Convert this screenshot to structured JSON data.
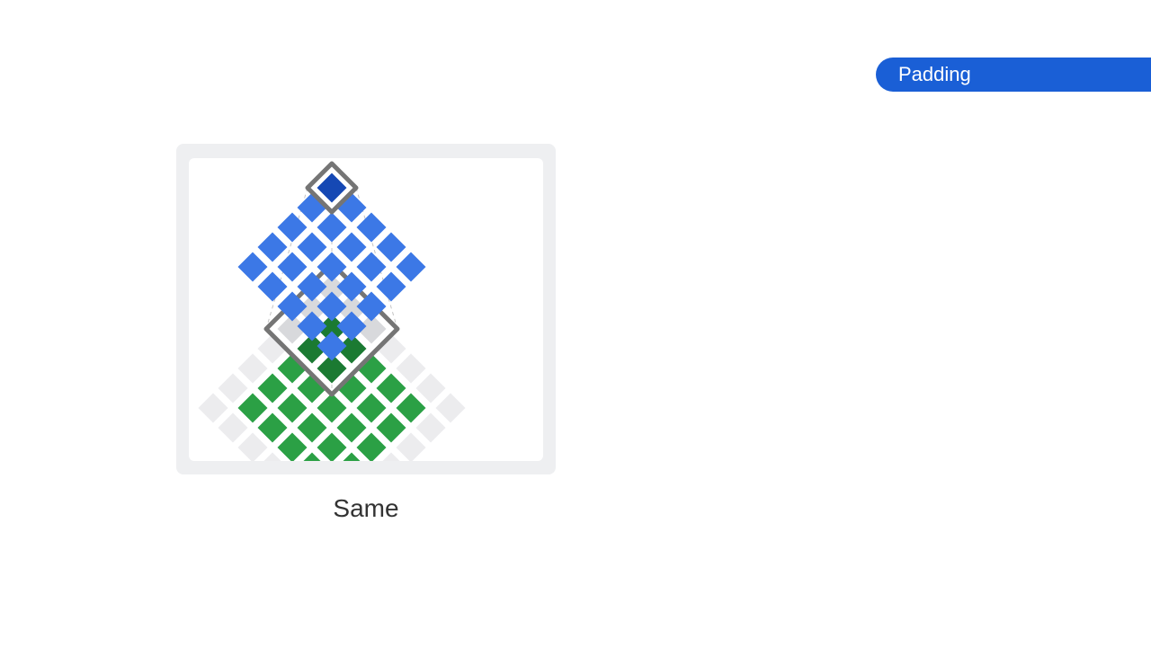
{
  "header": {
    "badge_label": "Padding"
  },
  "diagram": {
    "caption": "Same",
    "output_grid": {
      "size": 5,
      "highlighted_cell": [
        0,
        0
      ]
    },
    "input_grid": {
      "size": 7,
      "padding": 1,
      "kernel_size": 3,
      "kernel_position": [
        0,
        0
      ]
    },
    "colors": {
      "output": "#3c78e6",
      "output_highlight": "#1548b4",
      "input": "#2ba045",
      "input_in_kernel": "#1b7a32",
      "padding": "#ececee",
      "padding_in_kernel": "#d8d9dc",
      "kernel_frame": "#757575"
    }
  }
}
